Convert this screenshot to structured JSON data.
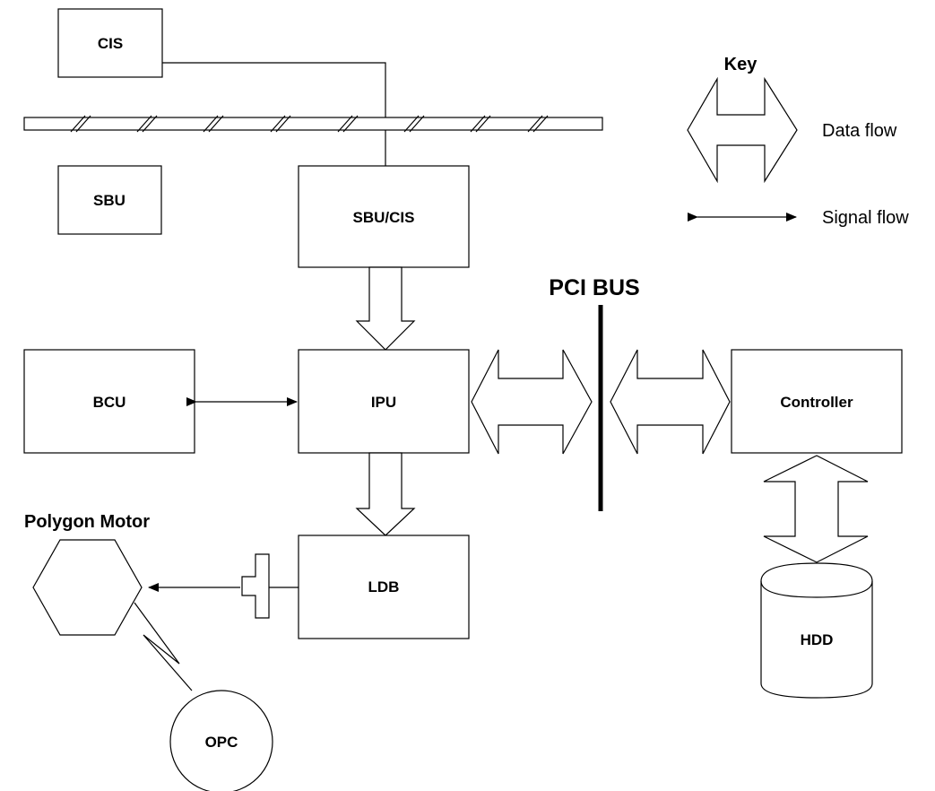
{
  "blocks": {
    "cis": "CIS",
    "sbu": "SBU",
    "sbu_cis": "SBU/CIS",
    "bcu": "BCU",
    "ipu": "IPU",
    "ldb": "LDB",
    "controller": "Controller",
    "hdd": "HDD",
    "opc": "OPC",
    "polygon_motor": "Polygon Motor"
  },
  "bus": {
    "label": "PCI BUS"
  },
  "key": {
    "title": "Key",
    "data_flow": "Data flow",
    "signal_flow": "Signal flow"
  },
  "colors": {
    "stroke": "#000000",
    "fill": "#ffffff"
  }
}
